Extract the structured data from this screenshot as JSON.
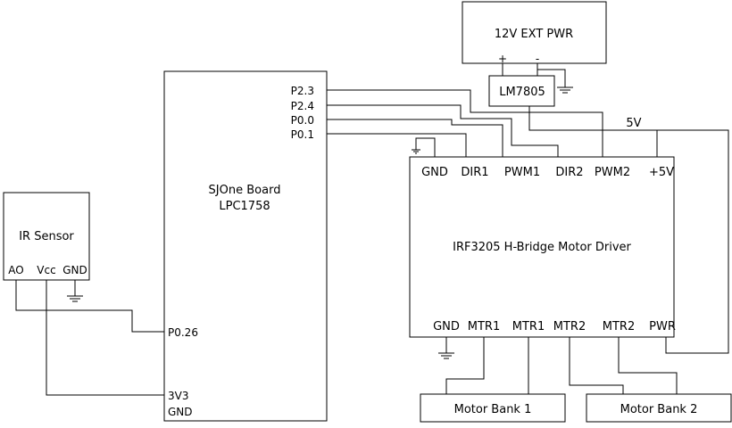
{
  "power_supply": {
    "label": "12V EXT PWR",
    "plus": "+",
    "minus": "-"
  },
  "regulator": {
    "label": "LM7805"
  },
  "rail_label": "5V",
  "board": {
    "name": "SJOne Board",
    "chip": "LPC1758",
    "pins": {
      "p2_3": "P2.3",
      "p2_4": "P2.4",
      "p0_0": "P0.0",
      "p0_1": "P0.1",
      "p0_26": "P0.26",
      "v3v3": "3V3",
      "gnd": "GND"
    }
  },
  "ir_sensor": {
    "label": "IR Sensor",
    "pins": {
      "ao": "AO",
      "vcc": "Vcc",
      "gnd": "GND"
    }
  },
  "driver": {
    "label": "IRF3205 H-Bridge Motor Driver",
    "top_pins": {
      "gnd": "GND",
      "dir1": "DIR1",
      "pwm1": "PWM1",
      "dir2": "DIR2",
      "pwm2": "PWM2",
      "v5": "+5V"
    },
    "bottom_pins": {
      "gnd": "GND",
      "mtr1_a": "MTR1",
      "mtr1_b": "MTR1",
      "mtr2_a": "MTR2",
      "mtr2_b": "MTR2",
      "pwr": "PWR"
    }
  },
  "motor_bank_1": {
    "label": "Motor Bank 1"
  },
  "motor_bank_2": {
    "label": "Motor Bank 2"
  }
}
